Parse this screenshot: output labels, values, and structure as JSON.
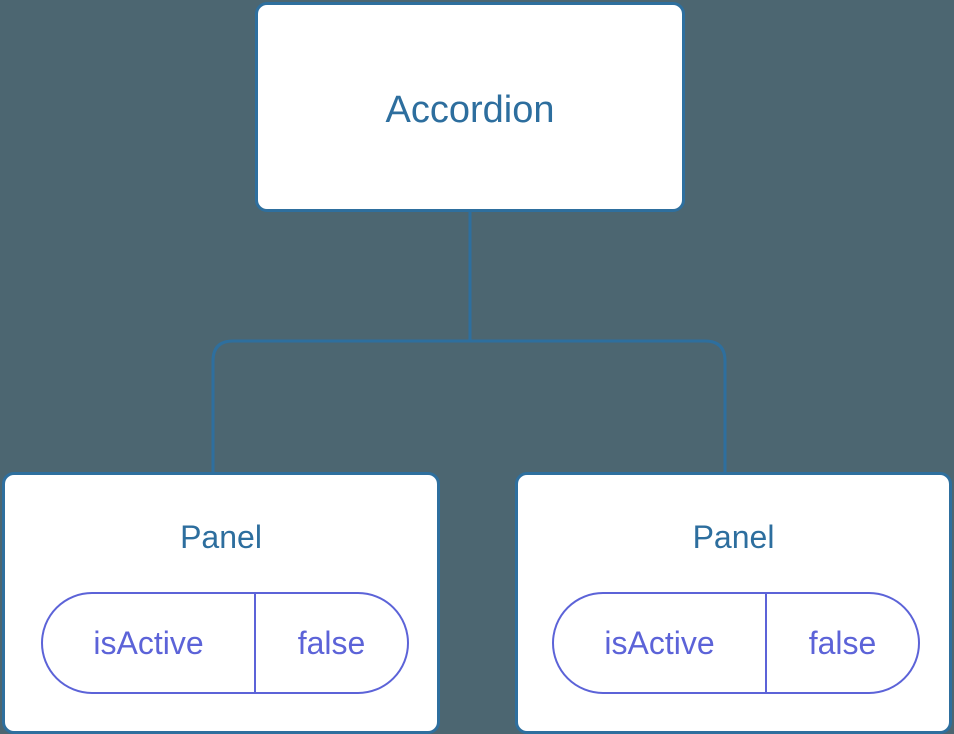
{
  "diagram": {
    "type": "component-tree",
    "background_color": "#4c6671",
    "node_border_color": "#2e6f9e",
    "node_title_color": "#2d6e9e",
    "prop_color": "#5c63d8",
    "edge_color": "#2e6f9e",
    "root": {
      "id": "accordion",
      "title": "Accordion",
      "props": []
    },
    "children": [
      {
        "id": "panel-0",
        "title": "Panel",
        "props": [
          {
            "key": "isActive",
            "value": "false"
          }
        ]
      },
      {
        "id": "panel-1",
        "title": "Panel",
        "props": [
          {
            "key": "isActive",
            "value": "false"
          }
        ]
      }
    ]
  }
}
